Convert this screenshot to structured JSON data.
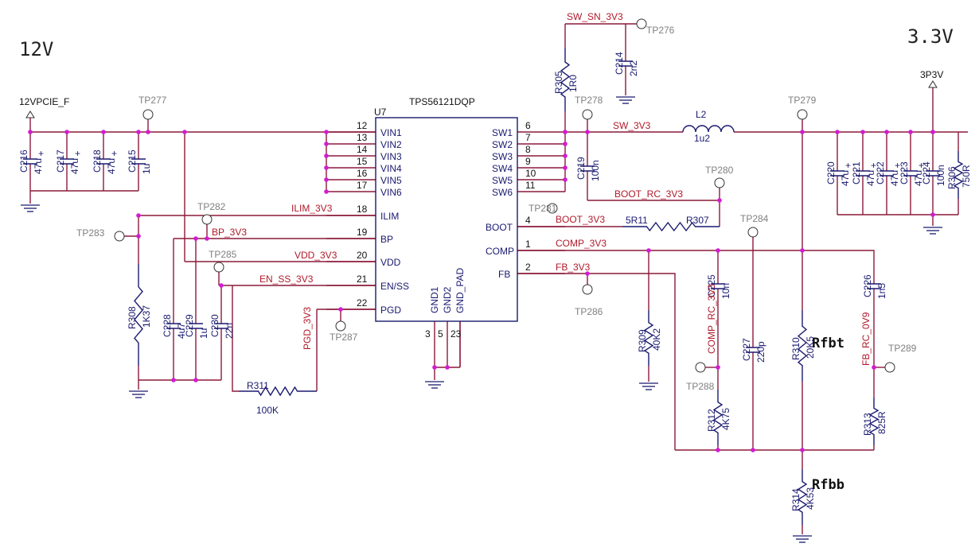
{
  "corner_labels": {
    "left": "12V",
    "right": "3.3V"
  },
  "ic": {
    "ref": "U7",
    "part": "TPS56121DQP",
    "left_pins": [
      [
        "12",
        "VIN1"
      ],
      [
        "13",
        "VIN2"
      ],
      [
        "14",
        "VIN3"
      ],
      [
        "15",
        "VIN4"
      ],
      [
        "16",
        "VIN5"
      ],
      [
        "17",
        "VIN6"
      ],
      [
        "18",
        "ILIM"
      ],
      [
        "19",
        "BP"
      ],
      [
        "20",
        "VDD"
      ],
      [
        "21",
        "EN/SS"
      ],
      [
        "22",
        "PGD"
      ]
    ],
    "right_pins": [
      [
        "6",
        "SW1"
      ],
      [
        "7",
        "SW2"
      ],
      [
        "8",
        "SW3"
      ],
      [
        "9",
        "SW4"
      ],
      [
        "10",
        "SW5"
      ],
      [
        "11",
        "SW6"
      ],
      [
        "4",
        "BOOT"
      ],
      [
        "1",
        "COMP"
      ],
      [
        "2",
        "FB"
      ]
    ],
    "bottom_pins": [
      [
        "3",
        "GND1"
      ],
      [
        "5",
        "GND2"
      ],
      [
        "23",
        "GND_PAD"
      ]
    ]
  },
  "nets": {
    "sw_sn": "SW_SN_3V3",
    "sw": "SW_3V3",
    "boot_rc": "BOOT_RC_3V3",
    "boot": "BOOT_3V3",
    "comp": "COMP_3V3",
    "fb": "FB_3V3",
    "ilim": "ILIM_3V3",
    "bp": "BP_3V3",
    "vdd": "VDD_3V3",
    "en_ss": "EN_SS_3V3",
    "pgd": "PGD_3V3",
    "comp_rc": "COMP_RC_3V3",
    "fb_rc": "FB_RC_0V9"
  },
  "power": {
    "in": "12VPCIE_F",
    "out": "3P3V"
  },
  "testpoints": [
    "TP276",
    "TP277",
    "TP278",
    "TP279",
    "TP280",
    "TP281",
    "TP282",
    "TP283",
    "TP284",
    "TP285",
    "TP286",
    "TP287",
    "TP288",
    "TP289"
  ],
  "components": {
    "C216": [
      "C216",
      "47u"
    ],
    "C217": [
      "C217",
      "47u"
    ],
    "C218": [
      "C218",
      "47u"
    ],
    "C215": [
      "C215",
      "1u"
    ],
    "C214": [
      "C214",
      "2n2"
    ],
    "R305": [
      "R305",
      "1R0"
    ],
    "C219": [
      "C219",
      "100n"
    ],
    "L2": [
      "L2",
      "1u2"
    ],
    "R307": [
      "R307",
      "5R11"
    ],
    "R311": [
      "R311",
      "100K"
    ],
    "R308": [
      "R308",
      "1K37"
    ],
    "C228": [
      "C228",
      "4u7"
    ],
    "C229": [
      "C229",
      "1u"
    ],
    "C230": [
      "C230",
      "22n"
    ],
    "R309": [
      "R309",
      "40K2"
    ],
    "C225": [
      "C225",
      "10n"
    ],
    "C227": [
      "C227",
      "220p"
    ],
    "R312": [
      "R312",
      "4K75"
    ],
    "R310": [
      "R310",
      "20K5"
    ],
    "C226": [
      "C226",
      "1n5"
    ],
    "R313": [
      "R313",
      "825R"
    ],
    "R314": [
      "R314",
      "4K53"
    ],
    "C220": [
      "C220",
      "47u"
    ],
    "C221": [
      "C221",
      "47u"
    ],
    "C222": [
      "C222",
      "47u"
    ],
    "C223": [
      "C223",
      "47u"
    ],
    "C224": [
      "C224",
      "100n"
    ],
    "R306": [
      "R306",
      "750R"
    ]
  },
  "annotations": {
    "rfbt": "Rfbt",
    "rfbb": "Rfbb"
  }
}
